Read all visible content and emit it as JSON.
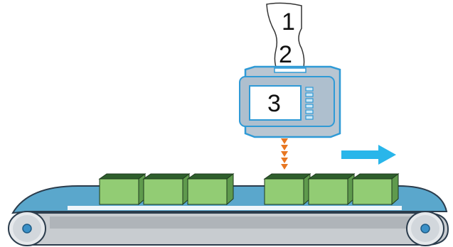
{
  "labels": {
    "paper_line_1": "1",
    "paper_line_2": "2",
    "screen": "3"
  },
  "colors": {
    "belt_top": "#5aa7cc",
    "belt_side": "#9aa0a6",
    "belt_outline": "#2b3c4c",
    "device_body": "#b9c6d2",
    "device_frame": "#2f9ad6",
    "device_panel": "#aebfce",
    "screen": "#ffffff",
    "box_front": "#92cc74",
    "box_top": "#2e5e2c",
    "box_side": "#5f9a4d",
    "arrow": "#29b6ea",
    "dots": "#e87722"
  },
  "icons": {
    "direction": "arrow-right-icon",
    "scan_beam": "dotted-arrow-down-icon"
  },
  "counts": {
    "boxes": 6
  }
}
